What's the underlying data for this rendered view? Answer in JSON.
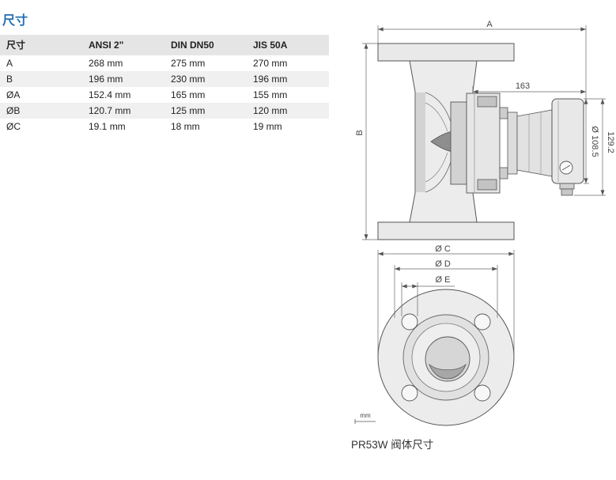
{
  "section_title": "尺寸",
  "dimensions_table": {
    "headers": [
      "尺寸",
      "ANSI 2\"",
      "DIN DN50",
      "JIS 50A"
    ],
    "rows": [
      [
        "A",
        "268 mm",
        "275 mm",
        "270 mm"
      ],
      [
        "B",
        "196 mm",
        "230 mm",
        "196 mm"
      ],
      [
        "ØA",
        "152.4 mm",
        "165 mm",
        "155 mm"
      ],
      [
        "ØB",
        "120.7 mm",
        "125 mm",
        "120 mm"
      ],
      [
        "ØC",
        "19.1 mm",
        "18 mm",
        "19 mm"
      ]
    ]
  },
  "drawing": {
    "side_view": {
      "dim_a": "A",
      "dim_b": "B",
      "dim_163": "163",
      "dim_dia_108_5": "Ø 108.5",
      "dim_129_2": "129.2"
    },
    "flange_view": {
      "dim_dia_c": "Ø C",
      "dim_dia_d": "Ø D",
      "dim_dia_e": "Ø E"
    },
    "scale_unit": "mm",
    "caption": "PR53W 阀体尺寸"
  },
  "colors": {
    "title": "#2470b5",
    "header_bg": "#e5e5e5",
    "stripe_bg": "#f0f0f0",
    "text": "#222222"
  }
}
